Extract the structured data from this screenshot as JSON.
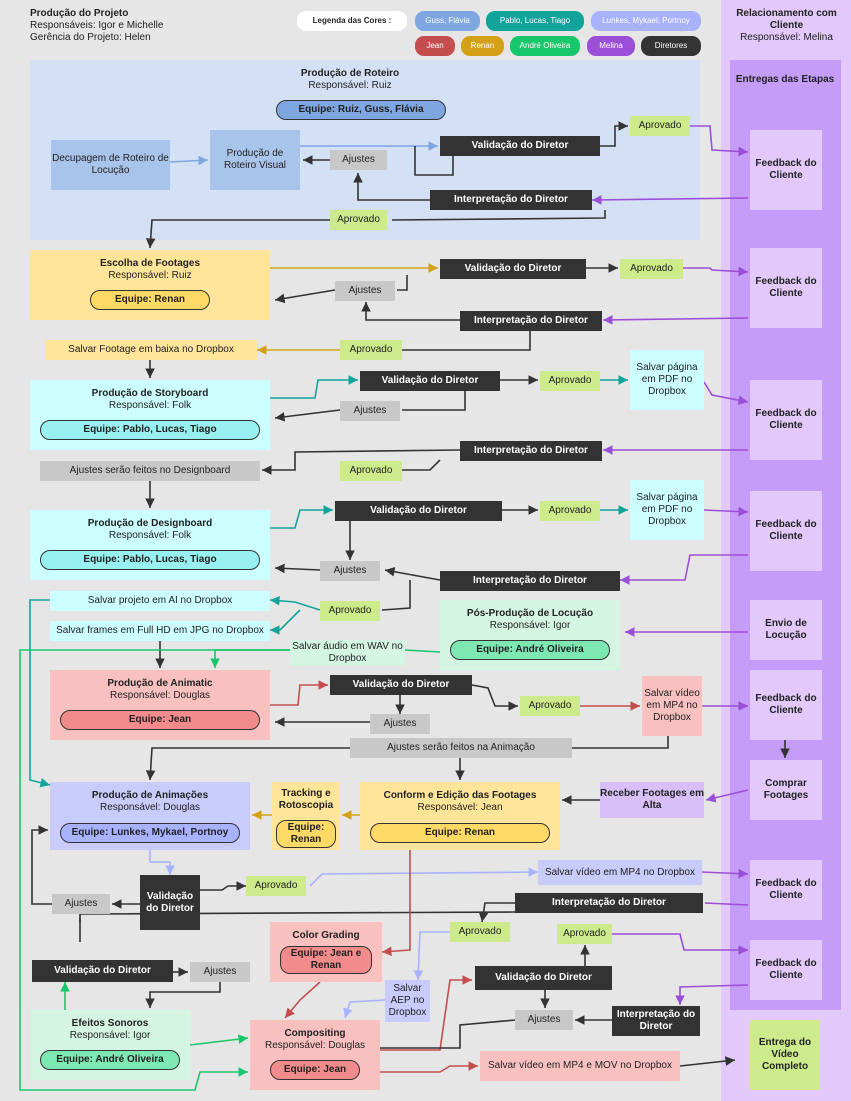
{
  "header": {
    "title": "Produção do Projeto",
    "responsaveis": "Responsáveis: Igor e Michelle",
    "gerencia": "Gerência do Projeto: Helen"
  },
  "legend": {
    "label": "Legenda das Cores :",
    "items": [
      "Guss, Flávia",
      "Pablo, Lucas, Tiago",
      "Lunkes, Mykael, Portnoy",
      "Jean",
      "Renan",
      "André Oliveira",
      "Melina",
      "Diretores"
    ],
    "colors": [
      "#7ea6e0",
      "#12a39a",
      "#a9b2ff",
      "#c44e4e",
      "#d4a017",
      "#18c76b",
      "#9b4fd8",
      "#333333"
    ]
  },
  "client": {
    "title": "Relacionamento com Cliente",
    "resp": "Responsável: Melina",
    "entregas": "Entregas das Etapas",
    "feedback": "Feedback do Cliente",
    "envio_locucao": "Envio de Locução",
    "comprar_footages": "Comprar Footages",
    "entrega_final": "Entrega do Vídeo Completo"
  },
  "common": {
    "validacao": "Validação do Diretor",
    "interpretacao": "Interpretação do Diretor",
    "aprovado": "Aprovado",
    "ajustes": "Ajustes",
    "salvar_pdf": "Salvar página em PDF no Dropbox"
  },
  "roteiro": {
    "title": "Produção de Roteiro",
    "resp": "Responsável: Ruiz",
    "team": "Equipe: Ruiz, Guss, Flávia",
    "decupagem": "Decupagem de Roteiro de Locução",
    "visual": "Produção de Roteiro Visual"
  },
  "footages": {
    "title": "Escolha de Footages",
    "resp": "Responsável: Ruiz",
    "team": "Equipe: Renan",
    "salvar": "Salvar Footage em baixa no Dropbox"
  },
  "storyboard": {
    "title": "Produção de Storyboard",
    "resp": "Responsável: Folk",
    "team": "Equipe: Pablo, Lucas, Tiago",
    "ajustes_design": "Ajustes serão feitos no Designboard"
  },
  "designboard": {
    "title": "Produção de Designboard",
    "resp": "Responsável: Folk",
    "team": "Equipe: Pablo, Lucas, Tiago",
    "salvar_ai": "Salvar projeto em AI no Dropbox",
    "salvar_frames": "Salvar frames em Full HD em JPG no Dropbox"
  },
  "locucao": {
    "title": "Pós-Produção de Locução",
    "resp": "Responsável: Igor",
    "team": "Equipe: André Oliveira",
    "salvar": "Salvar áudio em WAV no Dropbox"
  },
  "animatic": {
    "title": "Produção de Animatic",
    "resp": "Responsável: Douglas",
    "team": "Equipe: Jean",
    "salvar": "Salvar vídeo em MP4 no Dropbox",
    "ajustes_anim": "Ajustes serão feitos na Animação"
  },
  "animacoes": {
    "title": "Produção de Animações",
    "resp": "Responsável: Douglas",
    "team": "Equipe: Lunkes, Mykael, Portnoy",
    "salvar": "Salvar vídeo em MP4 no Dropbox"
  },
  "tracking": {
    "title": "Tracking e Rotoscopia",
    "team": "Equipe: Renan"
  },
  "conform": {
    "title": "Conform e Edição das Footages",
    "resp": "Responsável: Jean",
    "team": "Equipe: Renan",
    "receber": "Receber Footages em Alta"
  },
  "color": {
    "title": "Color Grading",
    "team": "Equipe: Jean e Renan"
  },
  "sonoros": {
    "title": "Efeitos Sonoros",
    "resp": "Responsável: Igor",
    "team": "Equipe: André Oliveira"
  },
  "compositing": {
    "title": "Compositing",
    "resp": "Responsável: Douglas",
    "team": "Equipe: Jean",
    "salvar_aep": "Salvar AEP no Dropbox",
    "salvar_final": "Salvar vídeo em MP4 e MOV no Dropbox"
  }
}
